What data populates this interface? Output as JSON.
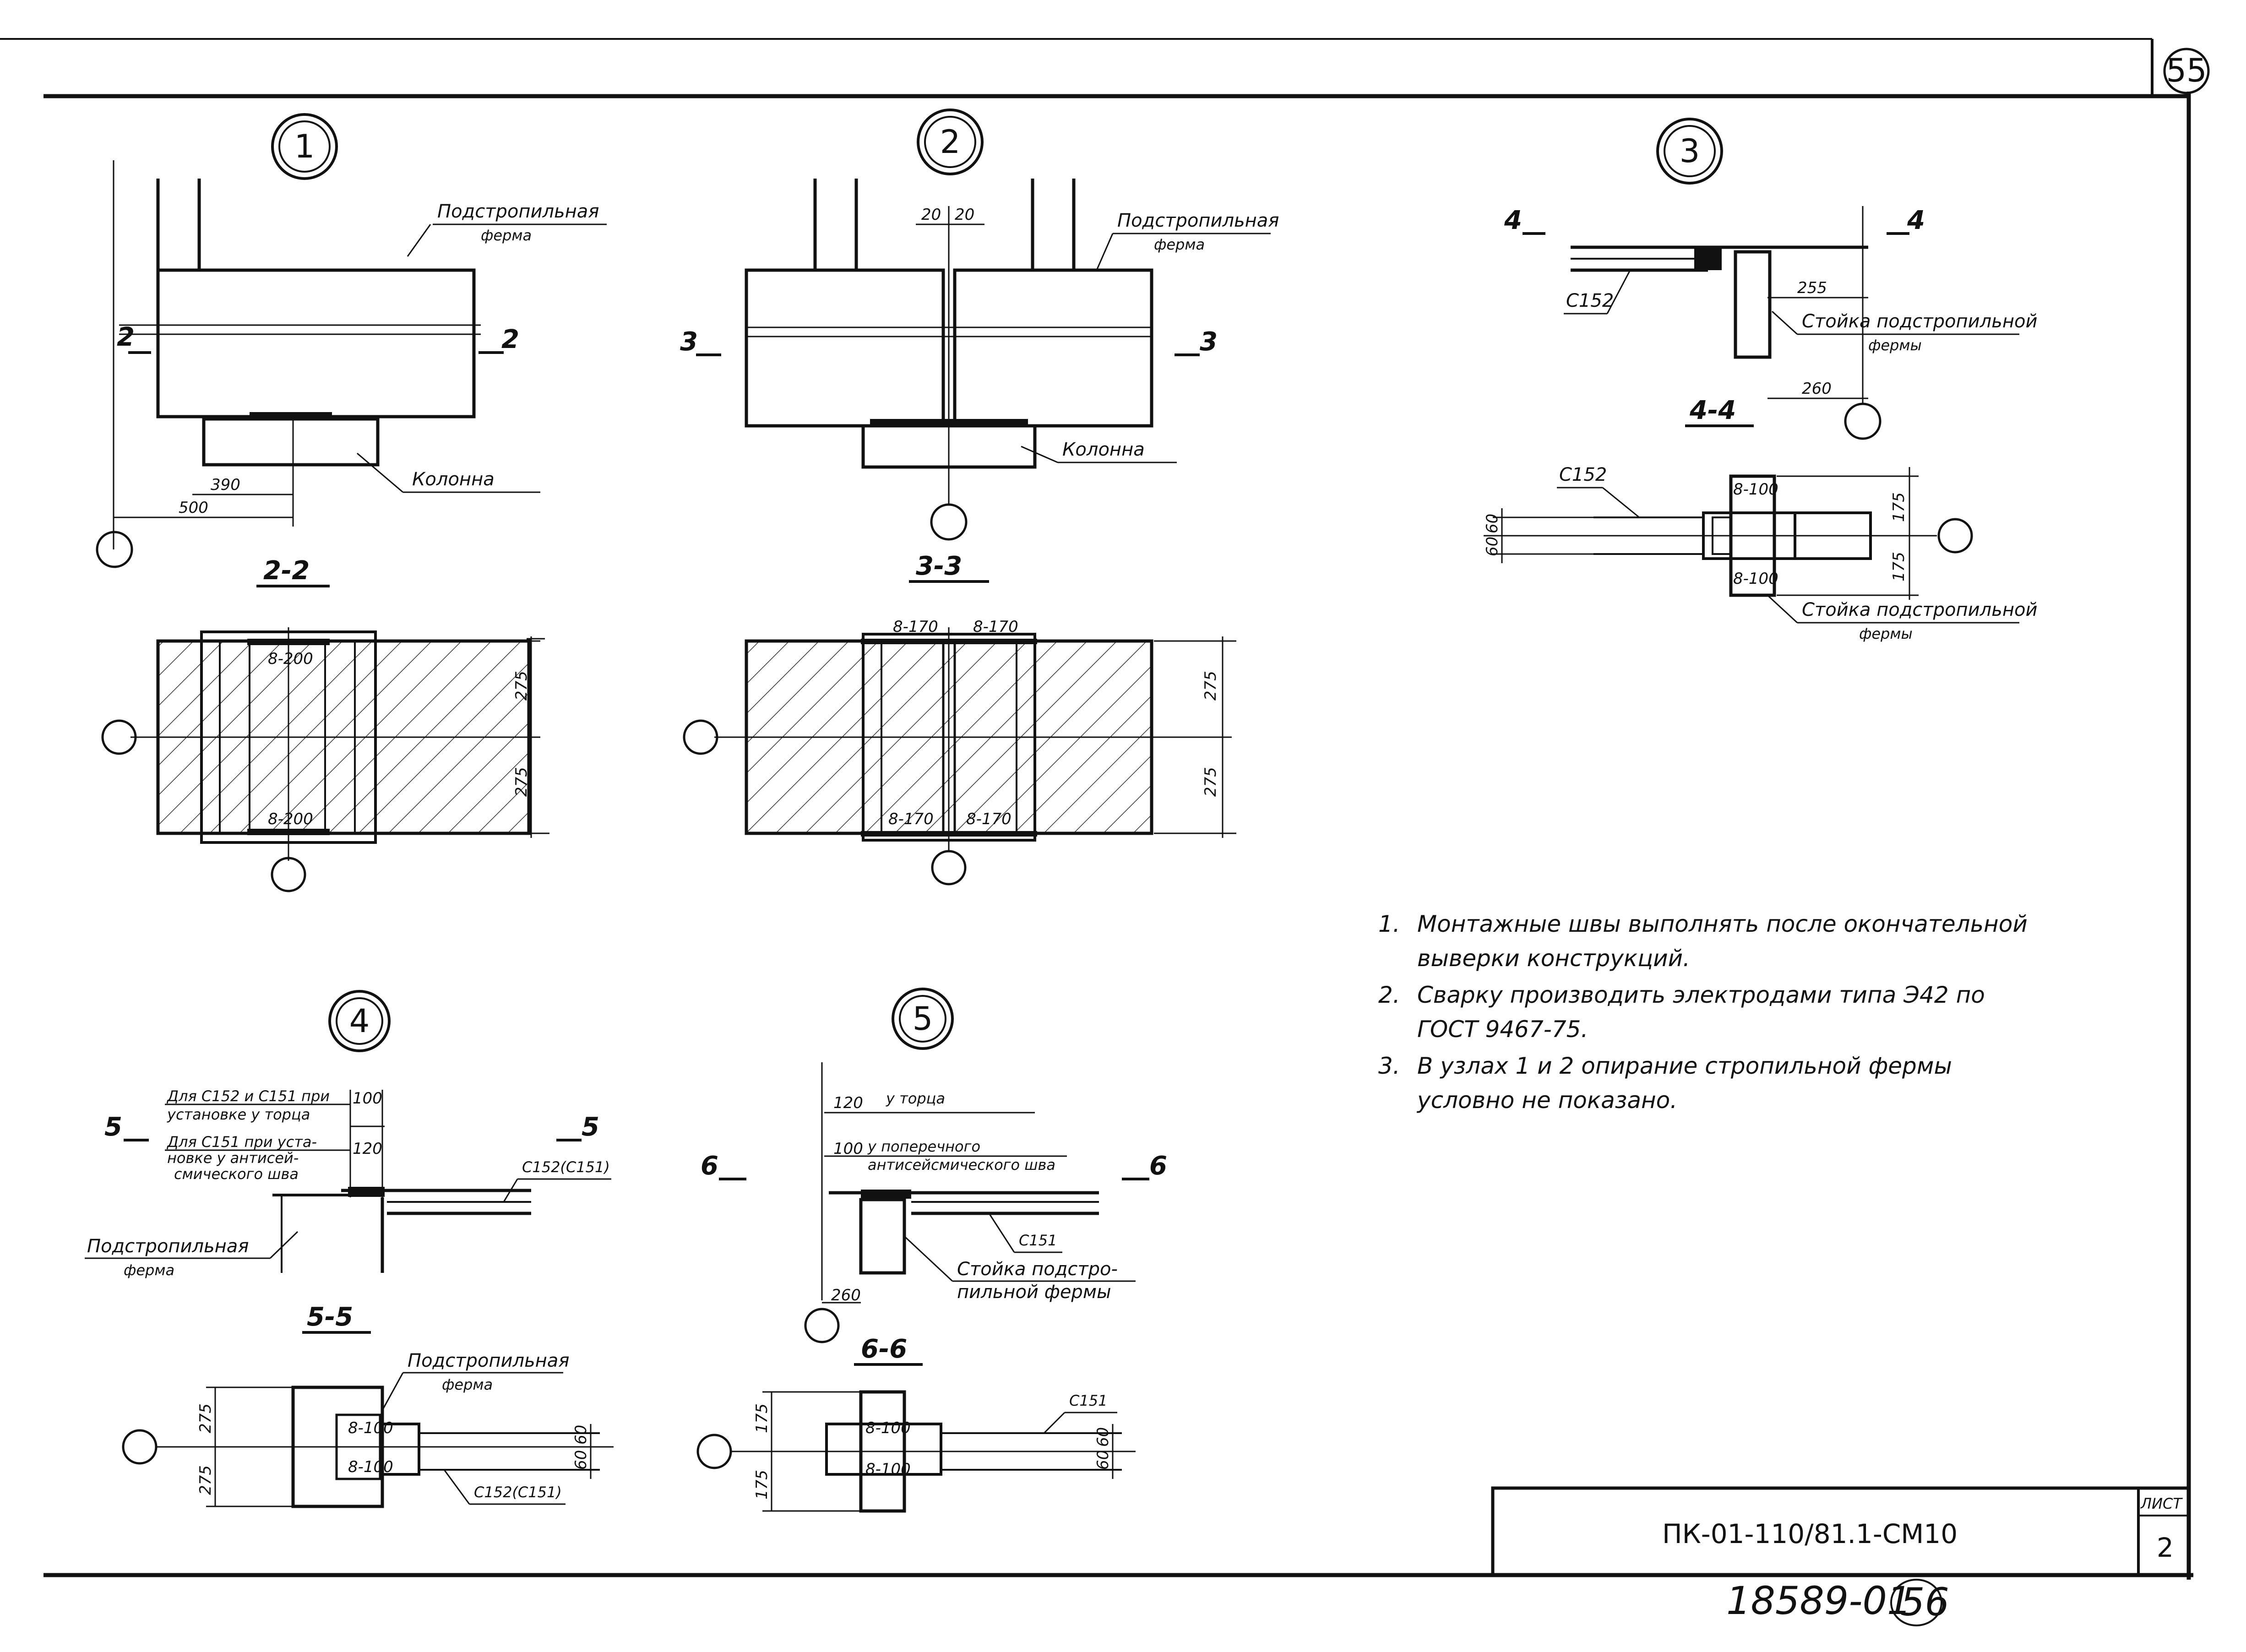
{
  "sheet": {
    "page_number": "55",
    "document_code": "ПК-01-110/81.1-СМ10",
    "sheet_label": "ЛИСТ",
    "sheet_number": "2",
    "archive_number": "18589-01",
    "archive_page": "56"
  },
  "nodes": {
    "n1": "1",
    "n2": "2",
    "n3": "3",
    "n4": "4",
    "n5": "5"
  },
  "sections": {
    "s22": "2-2",
    "s33": "3-3",
    "s44": "4-4",
    "s55": "5-5",
    "s66": "6-6",
    "cut2": "2",
    "cut3": "3",
    "cut4": "4",
    "cut5": "5",
    "cut6": "6"
  },
  "labels": {
    "podstropilnaya": "Подстропильная",
    "ferma": "ферма",
    "kolonna": "Колонна",
    "c152": "С152",
    "c151": "С151",
    "c152_c151": "С152(С151)",
    "stoyka_podstropilnoy": "Стойка подстропильной",
    "fermy": "фермы",
    "stoyka_podstro": "Стойка подстро-",
    "pilnoy_fermy": "пильной фермы",
    "dlya_c152_c151_line1": "Для С152 и С151 при",
    "dlya_c152_c151_line2": "установке у торца",
    "dlya_c151_line1": "Для С151 при уста-",
    "dlya_c151_line2": "новке у антисей-",
    "dlya_c151_line3": "смического шва",
    "u_tortsa": "у торца",
    "u_poperechnogo_line1": "у поперечного",
    "u_poperechnogo_line2": "антисейсмического шва"
  },
  "dims": {
    "d390": "390",
    "d500": "500",
    "d20a": "20",
    "d20b": "20",
    "d255": "255",
    "d260": "260",
    "d175": "175",
    "d275": "275",
    "d60": "60",
    "d100": "100",
    "d120": "120",
    "w8_200": "8-200",
    "w8_170": "8-170",
    "w8_100": "8-100"
  },
  "notes": [
    {
      "num": "1.",
      "line1": "Монтажные швы выполнять после окончательной",
      "line2": "выверки конструкций."
    },
    {
      "num": "2.",
      "line1": "Сварку производить электродами типа Э42 по",
      "line2": "ГОСТ 9467-75."
    },
    {
      "num": "3.",
      "line1": "В узлах 1 и 2 опирание стропильной фермы",
      "line2": "условно не показано."
    }
  ]
}
